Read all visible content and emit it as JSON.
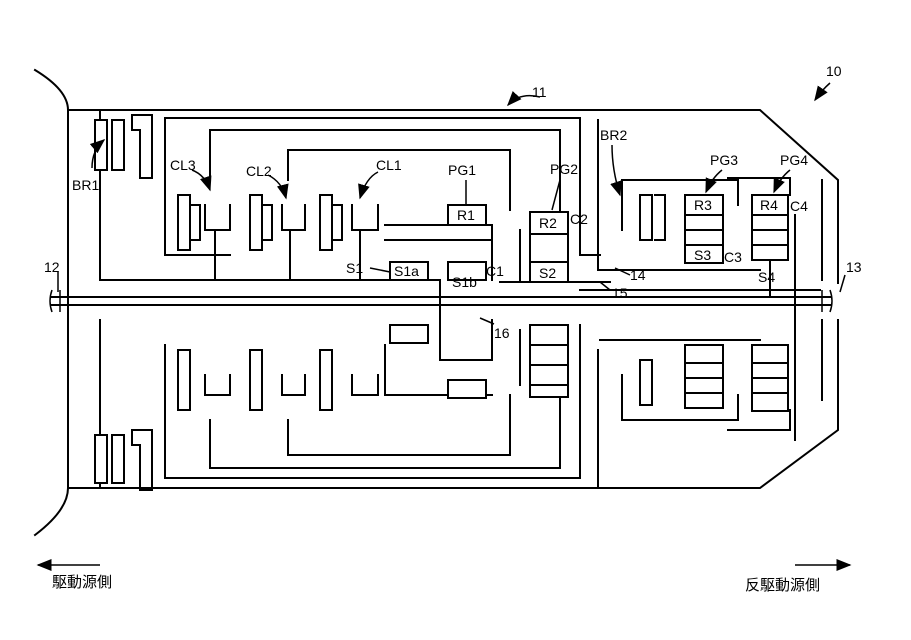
{
  "figure": {
    "ref_numbers": {
      "device": "10",
      "case": "11",
      "input_shaft": "12",
      "output_shaft": "13",
      "member_14": "14",
      "member_15": "15",
      "member_16": "16"
    },
    "labels": {
      "br1": "BR1",
      "br2": "BR2",
      "cl1": "CL1",
      "cl2": "CL2",
      "cl3": "CL3",
      "pg1": "PG1",
      "pg2": "PG2",
      "pg3": "PG3",
      "pg4": "PG4",
      "r1": "R1",
      "r2": "R2",
      "r3": "R3",
      "r4": "R4",
      "s1": "S1",
      "s1a": "S1a",
      "s1b": "S1b",
      "s2": "S2",
      "s3": "S3",
      "s4": "S4",
      "c1": "C1",
      "c2": "C2",
      "c3": "C3",
      "c4": "C4"
    },
    "direction": {
      "left": "駆動源側",
      "right": "反駆動源側"
    }
  }
}
